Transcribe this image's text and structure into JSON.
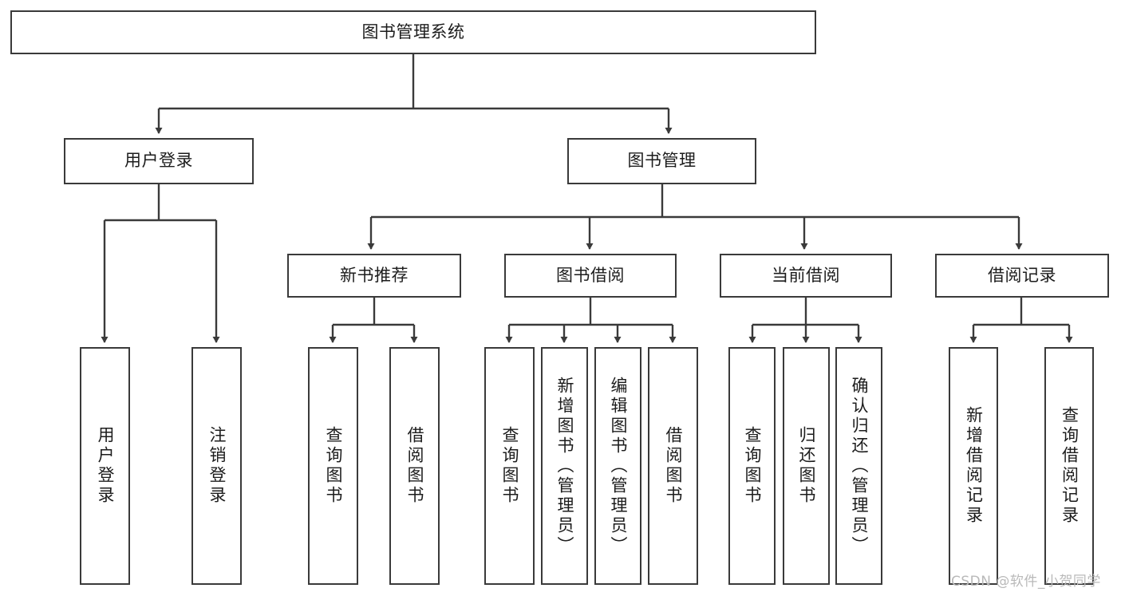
{
  "diagram": {
    "title": "图书管理系统",
    "root": {
      "id": "root",
      "label": "图书管理系统",
      "orientation": "horizontal"
    },
    "level2": [
      {
        "id": "user-login",
        "label": "用户登录",
        "orientation": "horizontal"
      },
      {
        "id": "book-management",
        "label": "图书管理",
        "orientation": "horizontal"
      }
    ],
    "level3": [
      {
        "id": "new-book-recommend",
        "label": "新书推荐",
        "orientation": "horizontal",
        "parent": "book-management"
      },
      {
        "id": "book-borrow",
        "label": "图书借阅",
        "orientation": "horizontal",
        "parent": "book-management"
      },
      {
        "id": "current-borrow",
        "label": "当前借阅",
        "orientation": "horizontal",
        "parent": "book-management"
      },
      {
        "id": "borrow-record",
        "label": "借阅记录",
        "orientation": "horizontal",
        "parent": "book-management"
      }
    ],
    "leaves": [
      {
        "id": "leaf-user-login",
        "label": "用户登录",
        "parent": "user-login"
      },
      {
        "id": "leaf-logout-login",
        "label": "注销登录",
        "parent": "user-login"
      },
      {
        "id": "leaf-query-book-1",
        "label": "查询图书",
        "parent": "new-book-recommend"
      },
      {
        "id": "leaf-borrow-book-1",
        "label": "借阅图书",
        "parent": "new-book-recommend"
      },
      {
        "id": "leaf-query-book-2",
        "label": "查询图书",
        "parent": "book-borrow"
      },
      {
        "id": "leaf-add-book",
        "label": "新增图书（管理员）",
        "parent": "book-borrow"
      },
      {
        "id": "leaf-edit-book",
        "label": "编辑图书（管理员）",
        "parent": "book-borrow"
      },
      {
        "id": "leaf-borrow-book-2",
        "label": "借阅图书",
        "parent": "book-borrow"
      },
      {
        "id": "leaf-query-book-3",
        "label": "查询图书",
        "parent": "current-borrow"
      },
      {
        "id": "leaf-return-book",
        "label": "归还图书",
        "parent": "current-borrow"
      },
      {
        "id": "leaf-confirm-return",
        "label": "确认归还（管理员）",
        "parent": "current-borrow"
      },
      {
        "id": "leaf-add-record",
        "label": "新增借阅记录",
        "parent": "borrow-record"
      },
      {
        "id": "leaf-query-record",
        "label": "查询借阅记录",
        "parent": "borrow-record"
      }
    ],
    "colors": {
      "border": "#3a3a3a",
      "text": "#1c1c1c",
      "background": "#ffffff",
      "watermark": "#b9b9b9"
    }
  },
  "watermark": {
    "text": "CSDN @软件_小贺同学"
  }
}
